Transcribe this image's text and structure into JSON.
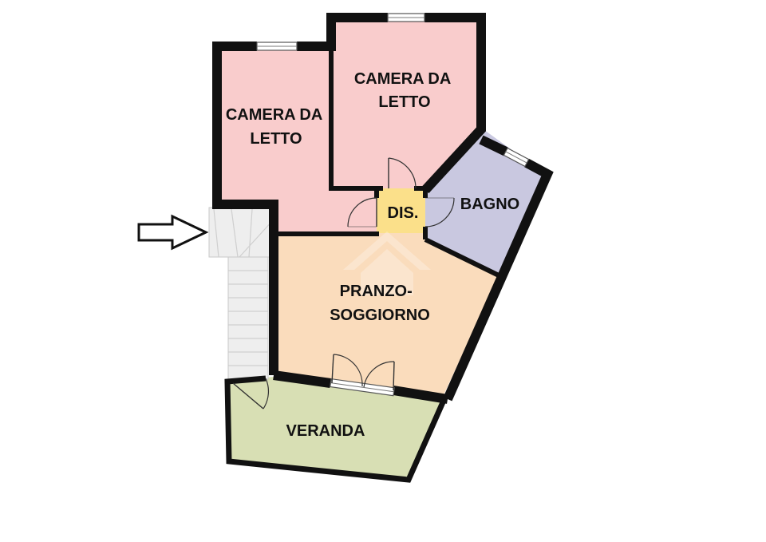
{
  "floorplan": {
    "rooms": [
      {
        "id": "bedroom-1",
        "label_lines": [
          "CAMERA DA",
          "LETTO"
        ],
        "color": "#f9cccc"
      },
      {
        "id": "bedroom-2",
        "label_lines": [
          "CAMERA DA",
          "LETTO"
        ],
        "color": "#f9cccc"
      },
      {
        "id": "disimpegno",
        "label_lines": [
          "DIS."
        ],
        "color": "#fbe08a"
      },
      {
        "id": "bagno",
        "label_lines": [
          "BAGNO"
        ],
        "color": "#c9c8e0"
      },
      {
        "id": "pranzo-soggiorno",
        "label_lines": [
          "PRANZO-",
          "SOGGIORNO"
        ],
        "color": "#fadcbc"
      },
      {
        "id": "veranda",
        "label_lines": [
          "VERANDA"
        ],
        "color": "#d8dfb4"
      }
    ],
    "wall_color": "#111111",
    "entrance_arrow": "right-arrow-icon",
    "watermark": "house-logo-watermark"
  }
}
